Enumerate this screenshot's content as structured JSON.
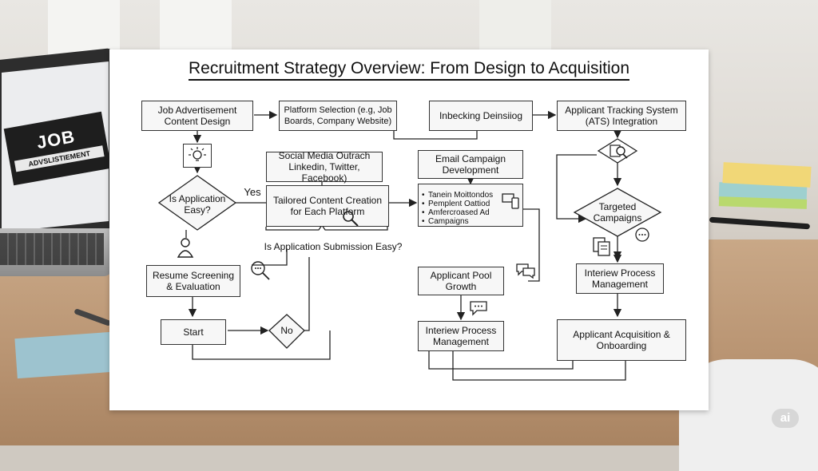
{
  "title": "Recruitment Strategy Overview: From Design to Acquisition",
  "laptop": {
    "sign_big": "JOB",
    "sign_small": "ADVSLISTIEMENT"
  },
  "nodes": {
    "job_ad": "Job Advertisement Content Design",
    "platform": "Platform Selection (e.g, Job Boards, Company Website)",
    "inbecking": "Inbecking Deinsiiog",
    "ats": "Applicant Tracking System (ATS) Integration",
    "social": "Social Media Outrach Linkedin, Twitter, Facebook)",
    "email": "Email Campaign Development",
    "tailored": "Tailored Content Creation for Each Platform",
    "submission": "Is Application Submission Easy?",
    "resume": "Resume Screening & Evaluation",
    "pool": "Applicant Pool Growth",
    "interview_right": "Interiew Process Management",
    "start": "Start",
    "interview_mid": "Interiew Process Management",
    "acquisition": "Applicant Acquisition & Onboarding"
  },
  "email_list": [
    "Tanein Moittondos",
    "Pemplent Oattiod",
    "Amfercroased Ad",
    "Campaigns"
  ],
  "diamonds": {
    "easy": "Is Application Easy?",
    "no": "No",
    "targeted": "Targeted Campaigns"
  },
  "labels": {
    "yes": "Yes"
  },
  "icons": [
    "lightbulb-icon",
    "magnifier-icon",
    "person-icon",
    "chat-bubble-icon",
    "devices-icon",
    "documents-icon",
    "clipboard-search-icon"
  ],
  "badge": "ai"
}
